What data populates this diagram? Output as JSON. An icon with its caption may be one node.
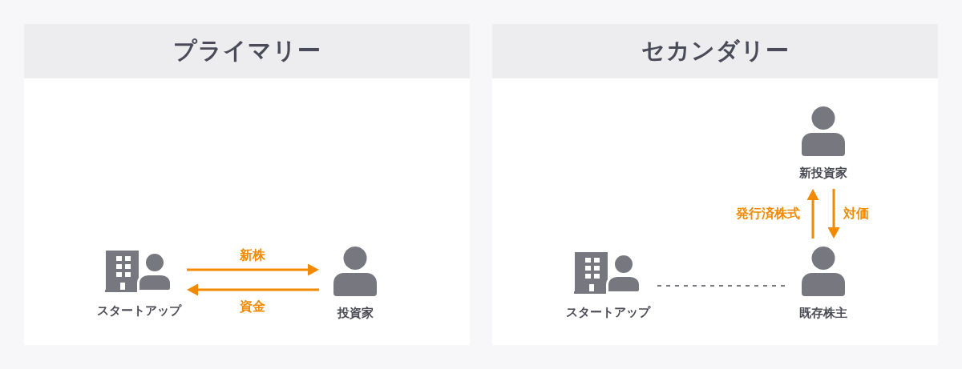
{
  "diagram": {
    "nodes": [
      {
        "text": [
          "プライマリー"
        ]
      },
      {
        "text": [
          "スタートアップ"
        ],
        "in": 0
      },
      {
        "text": [
          "投資家"
        ],
        "in": 0
      },
      {
        "text": [
          "セカンダリー"
        ]
      },
      {
        "text": [
          "スタートアップ"
        ],
        "in": 3
      },
      {
        "text": [
          "新投資家"
        ],
        "in": 3
      },
      {
        "text": [
          "既存株主"
        ],
        "in": 3
      }
    ],
    "edges": [
      {
        "from": 1,
        "to": 2,
        "arrow": "to",
        "label": "新株"
      },
      {
        "from": 2,
        "to": 1,
        "arrow": "to",
        "label": "資金"
      },
      {
        "from": 6,
        "to": 5,
        "arrow": "to",
        "label": "発行済株式"
      },
      {
        "from": 5,
        "to": 6,
        "arrow": "to",
        "label": "対価"
      },
      {
        "from": 4,
        "to": 6,
        "arrow": "none",
        "style": "dashed",
        "color": "#77777f"
      }
    ]
  }
}
